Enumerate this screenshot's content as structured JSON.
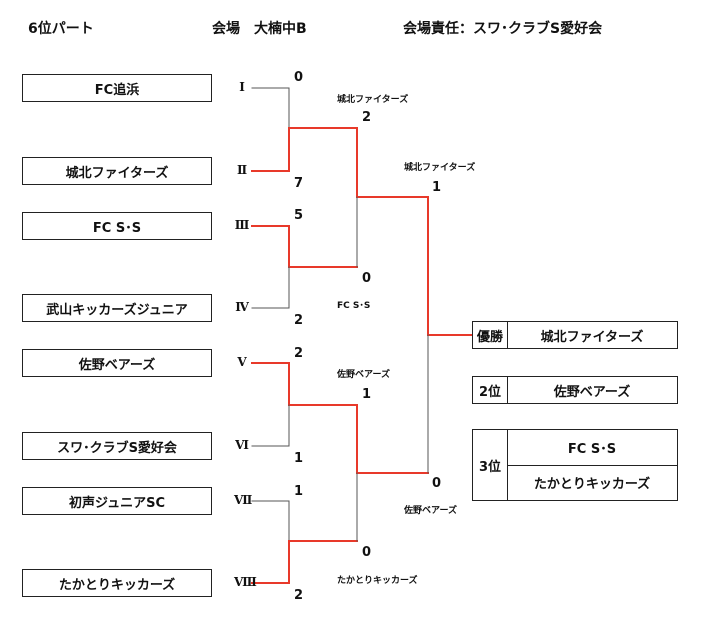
{
  "header": {
    "title": "6位パート",
    "venue": "会場　大楠中B",
    "organizer": "会場責任：スワ･クラブS愛好会"
  },
  "teams": [
    {
      "roman": "Ⅰ",
      "name": "FC追浜"
    },
    {
      "roman": "Ⅱ",
      "name": "城北ファイターズ"
    },
    {
      "roman": "Ⅲ",
      "name": "FC S･S"
    },
    {
      "roman": "Ⅳ",
      "name": "武山キッカーズジュニア"
    },
    {
      "roman": "Ⅴ",
      "name": "佐野ベアーズ"
    },
    {
      "roman": "Ⅵ",
      "name": "スワ･クラブS愛好会"
    },
    {
      "roman": "Ⅶ",
      "name": "初声ジュニアSC"
    },
    {
      "roman": "Ⅷ",
      "name": "たかとりキッカーズ"
    }
  ],
  "round1": [
    {
      "score_top": "0",
      "score_bottom": "7",
      "winner": "城北ファイターズ"
    },
    {
      "score_top": "5",
      "score_bottom": "2",
      "winner": "FC S･S"
    },
    {
      "score_top": "2",
      "score_bottom": "1",
      "winner": "佐野ベアーズ"
    },
    {
      "score_top": "1",
      "score_bottom": "2",
      "winner": "たかとりキッカーズ"
    }
  ],
  "round2": [
    {
      "score_top": "2",
      "score_bottom": "0",
      "winner": "城北ファイターズ"
    },
    {
      "score_top": "1",
      "score_bottom": "0",
      "winner": "佐野ベアーズ"
    }
  ],
  "final": {
    "score_top": "1",
    "score_bottom": "0"
  },
  "results": {
    "champion_label": "優勝",
    "champion": "城北ファイターズ",
    "second_label": "2位",
    "second": "佐野ベアーズ",
    "third_label": "3位",
    "third": [
      "FC S･S",
      "たかとりキッカーズ"
    ]
  },
  "colors": {
    "win_line": "#e8392a",
    "loss_line": "#555555"
  }
}
